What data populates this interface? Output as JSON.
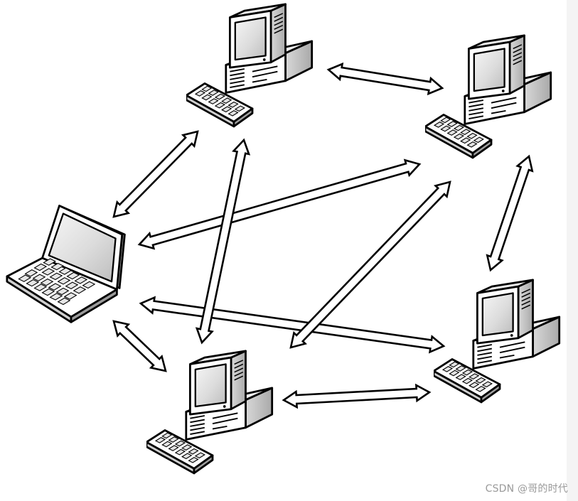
{
  "diagram": {
    "nodes": [
      {
        "id": "laptop",
        "kind": "laptop-icon"
      },
      {
        "id": "desktop-top",
        "kind": "desktop-computer-icon"
      },
      {
        "id": "desktop-top-right",
        "kind": "desktop-computer-icon"
      },
      {
        "id": "desktop-bottom-right",
        "kind": "desktop-computer-icon"
      },
      {
        "id": "desktop-bottom",
        "kind": "desktop-computer-icon"
      }
    ],
    "links": [
      {
        "from": "laptop",
        "to": "desktop-top",
        "arrows": "both"
      },
      {
        "from": "laptop",
        "to": "desktop-top-right",
        "arrows": "both"
      },
      {
        "from": "laptop",
        "to": "desktop-bottom-right",
        "arrows": "both"
      },
      {
        "from": "laptop",
        "to": "desktop-bottom",
        "arrows": "both"
      },
      {
        "from": "desktop-top",
        "to": "desktop-top-right",
        "arrows": "both"
      },
      {
        "from": "desktop-top",
        "to": "desktop-bottom",
        "arrows": "both"
      },
      {
        "from": "desktop-top-right",
        "to": "desktop-bottom",
        "arrows": "both"
      },
      {
        "from": "desktop-top-right",
        "to": "desktop-bottom-right",
        "arrows": "both"
      },
      {
        "from": "desktop-bottom",
        "to": "desktop-bottom-right",
        "arrows": "both"
      }
    ]
  },
  "watermark": {
    "text": "CSDN @哥的时代"
  }
}
